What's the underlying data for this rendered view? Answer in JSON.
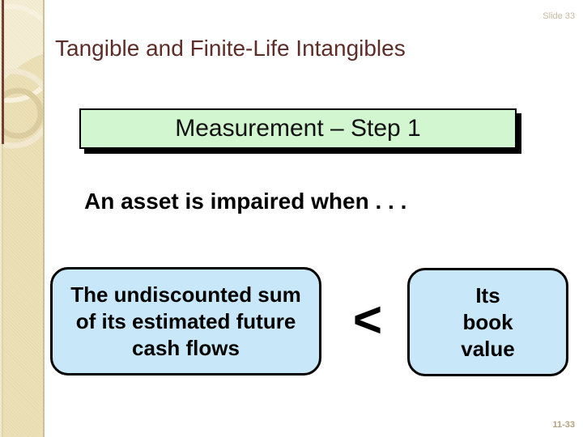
{
  "meta": {
    "slide_note": "Slide 33",
    "page_number": "11-33"
  },
  "title": "Tangible and Finite-Life Intangibles",
  "header_box": {
    "label": "Measurement – Step 1"
  },
  "lead_text": "An asset is impaired when . . .",
  "comparison": {
    "left_box": {
      "lines": [
        "The undiscounted sum",
        "of its estimated future",
        "cash flows"
      ]
    },
    "operator": "<",
    "right_box": {
      "lines": [
        "Its",
        "book",
        "value"
      ]
    }
  },
  "colors": {
    "title_maroon": "#5d2d27",
    "accent_maroon_bar": "#6f3c31",
    "header_box_fill": "#d2f6cf",
    "comparison_box_fill": "#c8e8fa",
    "sidebar_tan": "#ebdfb4",
    "footer_text": "#b2a07f"
  }
}
